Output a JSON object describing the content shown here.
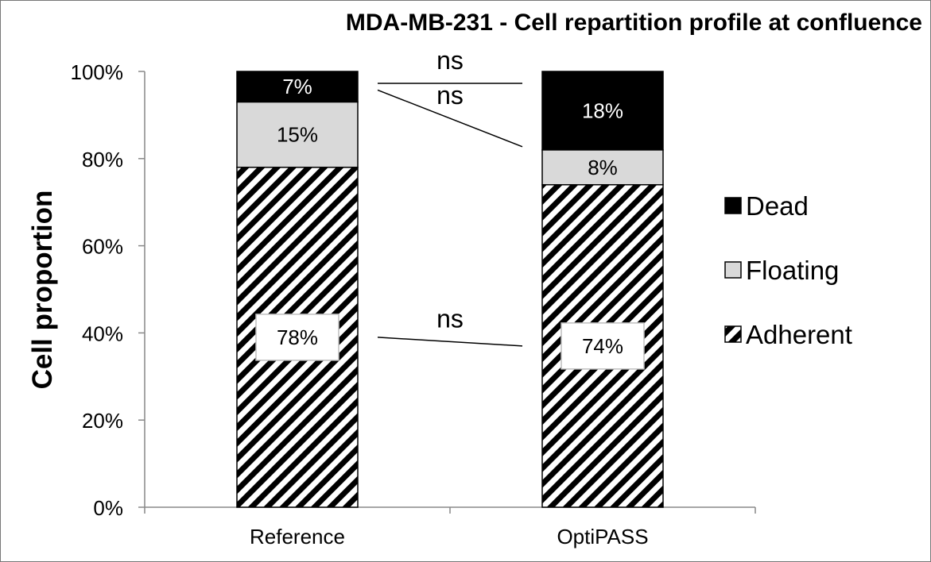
{
  "chart_data": {
    "type": "bar",
    "stacked": true,
    "title": "MDA-MB-231 - Cell repartition profile at confluence",
    "xlabel": "",
    "ylabel": "Cell proportion",
    "ylim": [
      0,
      100
    ],
    "yticks": [
      "0%",
      "20%",
      "40%",
      "60%",
      "80%",
      "100%"
    ],
    "categories": [
      "Reference",
      "OptiPASS"
    ],
    "series": [
      {
        "name": "Adherent",
        "values": [
          78,
          74
        ],
        "labels": [
          "78%",
          "74%"
        ],
        "pattern": "diagonal-hatch",
        "color": "#000000"
      },
      {
        "name": "Floating",
        "values": [
          15,
          8
        ],
        "labels": [
          "15%",
          "8%"
        ],
        "color": "#d9d9d9"
      },
      {
        "name": "Dead",
        "values": [
          7,
          18
        ],
        "labels": [
          "7%",
          "18%"
        ],
        "color": "#000000"
      }
    ],
    "annotations": [
      "ns",
      "ns",
      "ns"
    ],
    "legend_position": "right",
    "grid": false
  }
}
